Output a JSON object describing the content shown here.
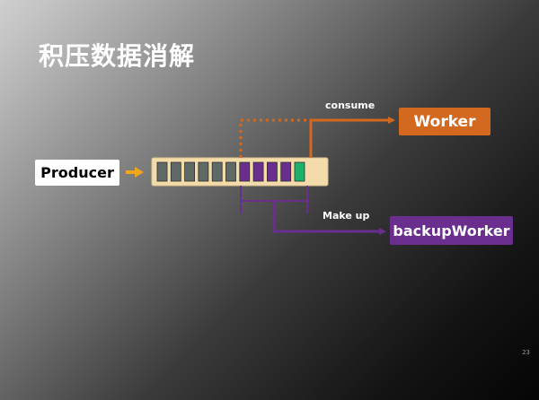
{
  "slide": {
    "title": "积压数据消解",
    "page_number": "23"
  },
  "nodes": {
    "producer": "Producer",
    "worker": "Worker",
    "backup_worker": "backupWorker"
  },
  "edges": {
    "consume_label": "consume",
    "makeup_label": "Make up"
  },
  "queue": {
    "slots": [
      "backlog",
      "backlog",
      "backlog",
      "backlog",
      "backlog",
      "backlog",
      "backlog",
      "backlog",
      "backlog",
      "backlog",
      "current"
    ],
    "colors": {
      "backlog": "#5f6a67",
      "current": "#1bb36a",
      "makeup": "#6a2f8e",
      "frame": "#f3dcaa"
    }
  },
  "colors": {
    "consume": "#d2691e",
    "makeup": "#6a2f8e",
    "producer_arrow": "#f0a61c"
  }
}
